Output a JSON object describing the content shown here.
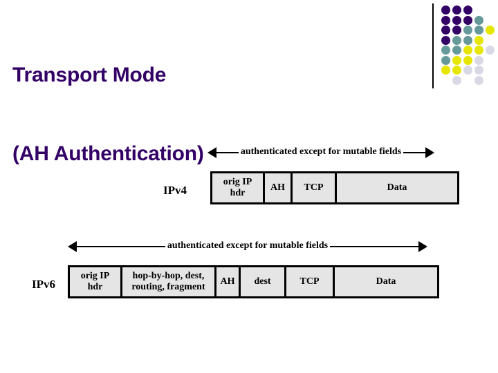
{
  "slide": {
    "title_lines": [
      "Transport Mode",
      "(AH Authentication)"
    ],
    "title_color": "#330066",
    "background": "#ffffff"
  },
  "decoration": {
    "divider_name": "vertical-divider",
    "colors": {
      "purple": "#330066",
      "teal": "#669999",
      "yellow": "#E6E600",
      "lightgray": "#D9D9E6"
    },
    "dot_grid": [
      [
        "purple",
        "purple",
        "purple",
        null,
        null
      ],
      [
        "purple",
        "purple",
        "purple",
        "teal",
        null
      ],
      [
        "purple",
        "purple",
        "teal",
        "teal",
        "yellow"
      ],
      [
        "purple",
        "teal",
        "teal",
        "yellow",
        null
      ],
      [
        "teal",
        "teal",
        "yellow",
        "yellow",
        "lightgray"
      ],
      [
        "teal",
        "yellow",
        "yellow",
        "lightgray",
        null
      ],
      [
        "yellow",
        "yellow",
        "lightgray",
        "lightgray",
        null
      ],
      [
        null,
        "lightgray",
        null,
        "lightgray",
        null
      ]
    ]
  },
  "diagrams": [
    {
      "id": "ipv4",
      "protocol_label": "IPv4",
      "annotation": "authenticated except for mutable fields",
      "fields": [
        {
          "text": "orig IP\nhdr",
          "width": 76
        },
        {
          "text": "AH",
          "width": 40
        },
        {
          "text": "TCP",
          "width": 64
        },
        {
          "text": "Data",
          "width": 170
        }
      ]
    },
    {
      "id": "ipv6",
      "protocol_label": "IPv6",
      "annotation": "authenticated except for mutable fields",
      "fields": [
        {
          "text": "orig IP\nhdr",
          "width": 76
        },
        {
          "text": "hop-by-hop, dest,\nrouting, fragment",
          "width": 136
        },
        {
          "text": "AH",
          "width": 35
        },
        {
          "text": "dest",
          "width": 66
        },
        {
          "text": "TCP",
          "width": 70
        },
        {
          "text": "Data",
          "width": 144
        }
      ]
    }
  ]
}
